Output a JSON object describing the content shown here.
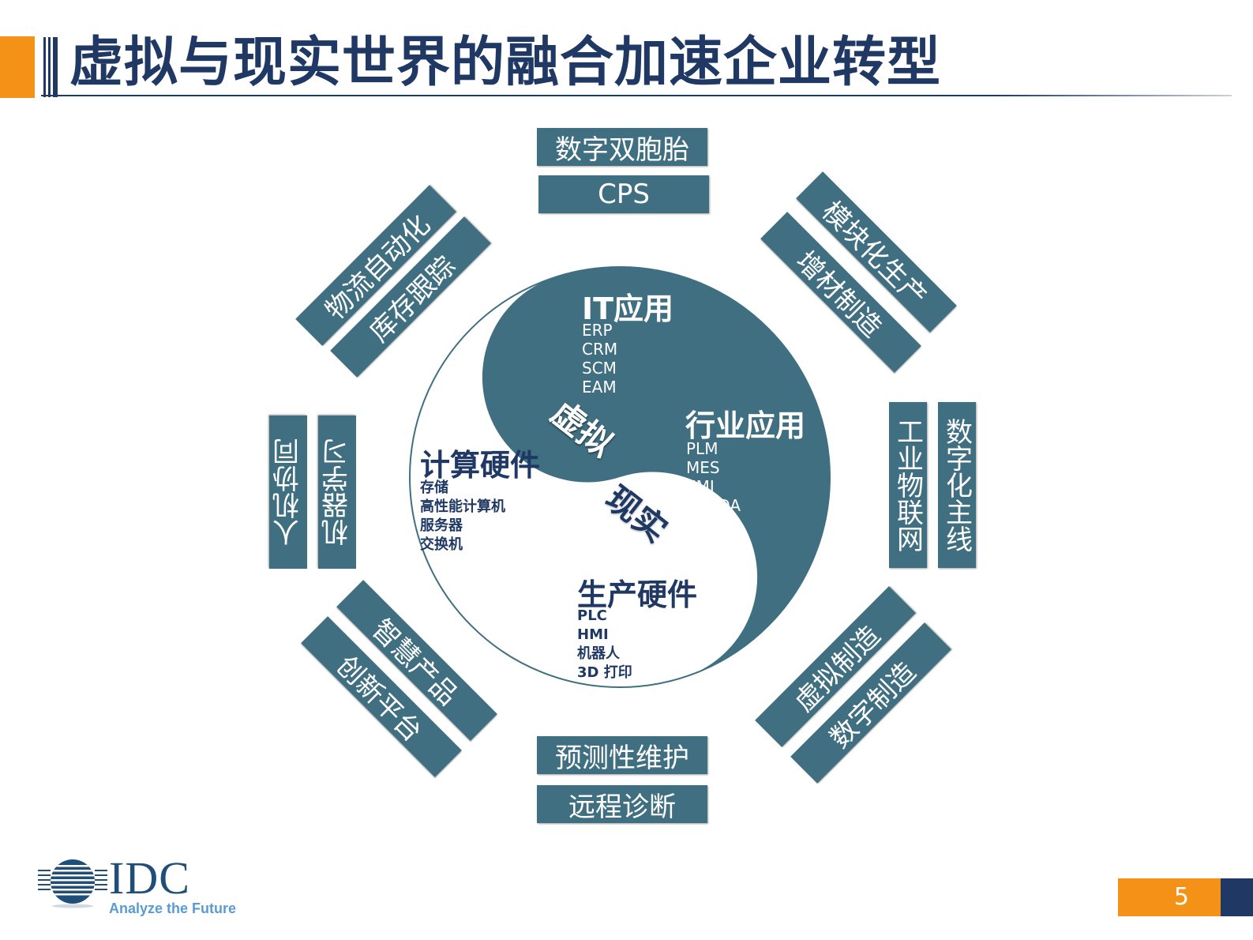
{
  "title": "虚拟与现实世界的融合加速企业转型",
  "colors": {
    "accent": "#f39216",
    "navy": "#1f3864",
    "teal": "#3f6f80",
    "white": "#ffffff"
  },
  "segments": {
    "top": [
      "数字双胞胎",
      "CPS"
    ],
    "top_right": [
      "模块化生产",
      "增材制造"
    ],
    "right": [
      "数字化主线",
      "工业物联网"
    ],
    "bottom_right": [
      "虚拟制造",
      "数字制造"
    ],
    "bottom": [
      "预测性维护",
      "远程诊断"
    ],
    "bottom_left": [
      "智慧产品",
      "创新平台"
    ],
    "left": [
      "机器学习",
      "人机协同"
    ],
    "top_left": [
      "物流自动化",
      "库存跟踪"
    ]
  },
  "center": {
    "virtual": "虚拟",
    "real": "现实",
    "it_apps": {
      "heading": "IT应用",
      "items": [
        "ERP",
        "CRM",
        "SCM",
        "EAM"
      ]
    },
    "industry_apps": {
      "heading": "行业应用",
      "items": [
        "PLM",
        "MES",
        "EMI",
        "SCADA"
      ]
    },
    "computing_hw": {
      "heading": "计算硬件",
      "items": [
        "存储",
        "高性能计算机",
        "服务器",
        "交换机"
      ]
    },
    "production_hw": {
      "heading": "生产硬件",
      "items": [
        "PLC",
        "HMI",
        "机器人",
        "3D 打印"
      ]
    }
  },
  "footer": {
    "logo_text": "IDC",
    "tagline": "Analyze the Future",
    "page_number": "5"
  }
}
